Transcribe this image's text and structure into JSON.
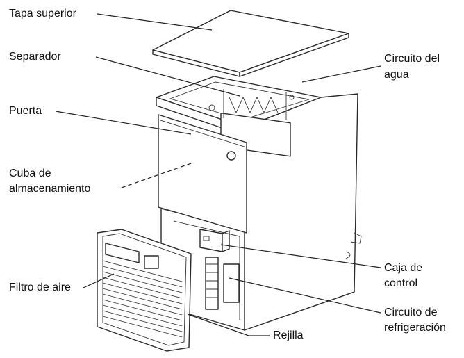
{
  "labels": {
    "tapa_superior": "Tapa superior",
    "separador": "Separador",
    "puerta": "Puerta",
    "cuba_line1": "Cuba de",
    "cuba_line2": "almacenamiento",
    "filtro": "Filtro de aire",
    "circuito_agua_line1": "Circuito del",
    "circuito_agua_line2": "agua",
    "caja_line1": "Caja de",
    "caja_line2": "control",
    "circuito_ref_line1": "Circuito de",
    "circuito_ref_line2": "refrigeración",
    "rejilla": "Rejilla"
  }
}
